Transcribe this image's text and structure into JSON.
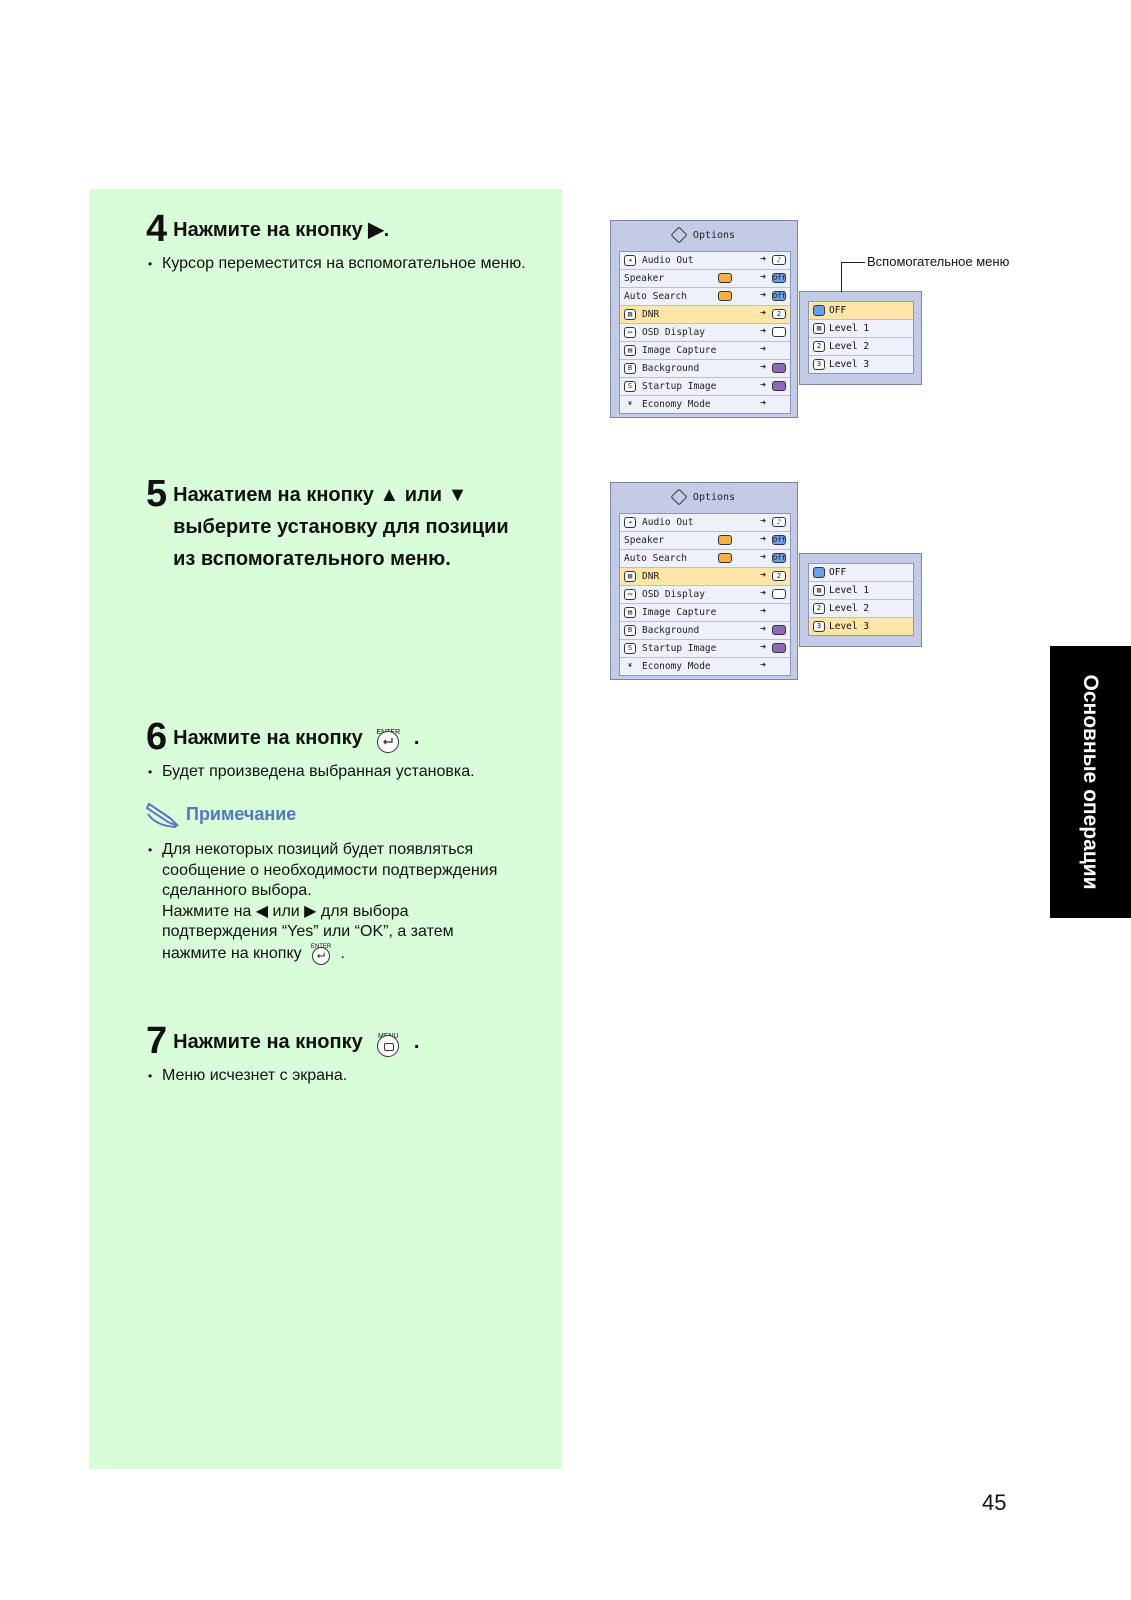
{
  "steps": {
    "s4": {
      "num": "4",
      "title": "Нажмите на кнопку ▶.",
      "bullet": "Курсор переместится на вспомогательное меню."
    },
    "s5": {
      "num": "5",
      "line1": "Нажатием на кнопку ▲ или ▼",
      "line2": "выберите установку для позиции",
      "line3": "из вспомогательного меню."
    },
    "s6": {
      "num": "6",
      "title": "Нажмите на кнопку",
      "button_label": "ENTER",
      "dot": ".",
      "bullet": "Будет произведена выбранная установка."
    },
    "note": {
      "heading": "Примечание",
      "l1": "Для некоторых позиций будет появляться",
      "l2": "сообщение о необходимости подтверждения",
      "l3": "сделанного выбора.",
      "l4": "Нажмите на ◀ или ▶ для выбора",
      "l5": "подтверждения “Yes” или “OK”, а затем",
      "l6": "нажмите на кнопку",
      "l6_button": "ENTER",
      "l6_end": "."
    },
    "s7": {
      "num": "7",
      "title": "Нажмите на кнопку",
      "button_label": "MENU",
      "dot": ".",
      "bullet": "Меню исчезнет с экрана."
    }
  },
  "osd": {
    "title": "Options",
    "items": [
      "Audio Out",
      "Speaker",
      "Auto Search",
      "DNR",
      "OSD Display",
      "Image Capture",
      "Background",
      "Startup Image",
      "Economy Mode"
    ],
    "value_dnr": "2",
    "value_off": "Off",
    "submenu": [
      "OFF",
      "Level 1",
      "Level 2",
      "Level 3"
    ],
    "submenu_nums": [
      "1",
      "2",
      "3"
    ]
  },
  "callout": {
    "text": "Вспомогательное меню"
  },
  "side_tab": "Основные операции",
  "page_number": "45"
}
